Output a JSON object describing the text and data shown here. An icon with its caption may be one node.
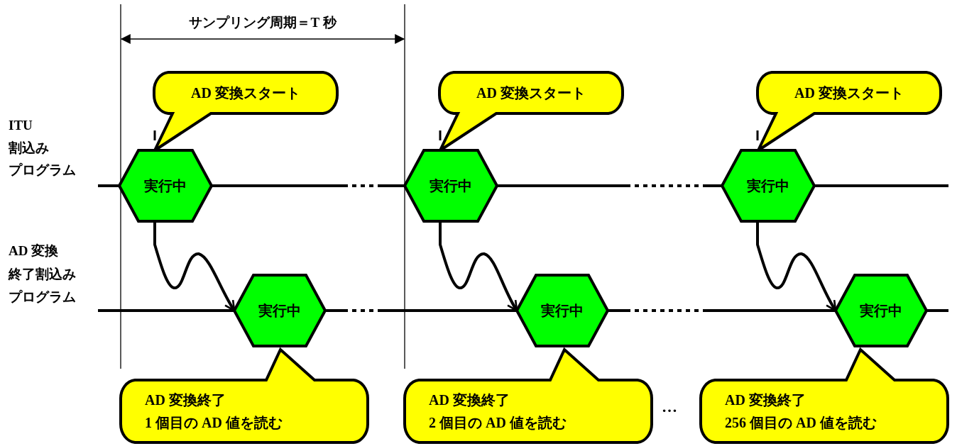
{
  "diagram": {
    "nodes": [
      {
        "text": [
          "AD 変換スタート"
        ]
      },
      {
        "text": [
          "AD 変換スタート"
        ]
      },
      {
        "text": [
          "AD 変換スタート"
        ]
      },
      {
        "text": [
          "実行中"
        ]
      },
      {
        "text": [
          "実行中"
        ]
      },
      {
        "text": [
          "実行中"
        ]
      },
      {
        "text": [
          "実行中"
        ]
      },
      {
        "text": [
          "実行中"
        ]
      },
      {
        "text": [
          "実行中"
        ]
      },
      {
        "text": [
          "AD 変換終了",
          "1 個目の AD 値を読む"
        ]
      },
      {
        "text": [
          "AD 変換終了",
          "2 個目の AD 値を読む"
        ]
      },
      {
        "text": [
          "AD 変換終了",
          "256 個目の AD 値を読む"
        ]
      }
    ],
    "edges": [
      {
        "from": 3,
        "to": 6,
        "arrow": "to"
      },
      {
        "from": 4,
        "to": 7,
        "arrow": "to"
      },
      {
        "from": 5,
        "to": 8,
        "arrow": "to"
      },
      {
        "from": 3,
        "to": 4,
        "arrow": "none",
        "style": "dashed"
      },
      {
        "from": 4,
        "to": 5,
        "arrow": "none",
        "style": "dashed"
      },
      {
        "from": 6,
        "to": 7,
        "arrow": "none",
        "style": "dashed"
      },
      {
        "from": 7,
        "to": 8,
        "arrow": "none",
        "style": "dashed"
      }
    ],
    "labels": [
      "サンプリング周期＝T 秒",
      "ITU",
      "割込み",
      "プログラム",
      "AD 変換",
      "終了割込み",
      "プログラム",
      "…"
    ]
  }
}
